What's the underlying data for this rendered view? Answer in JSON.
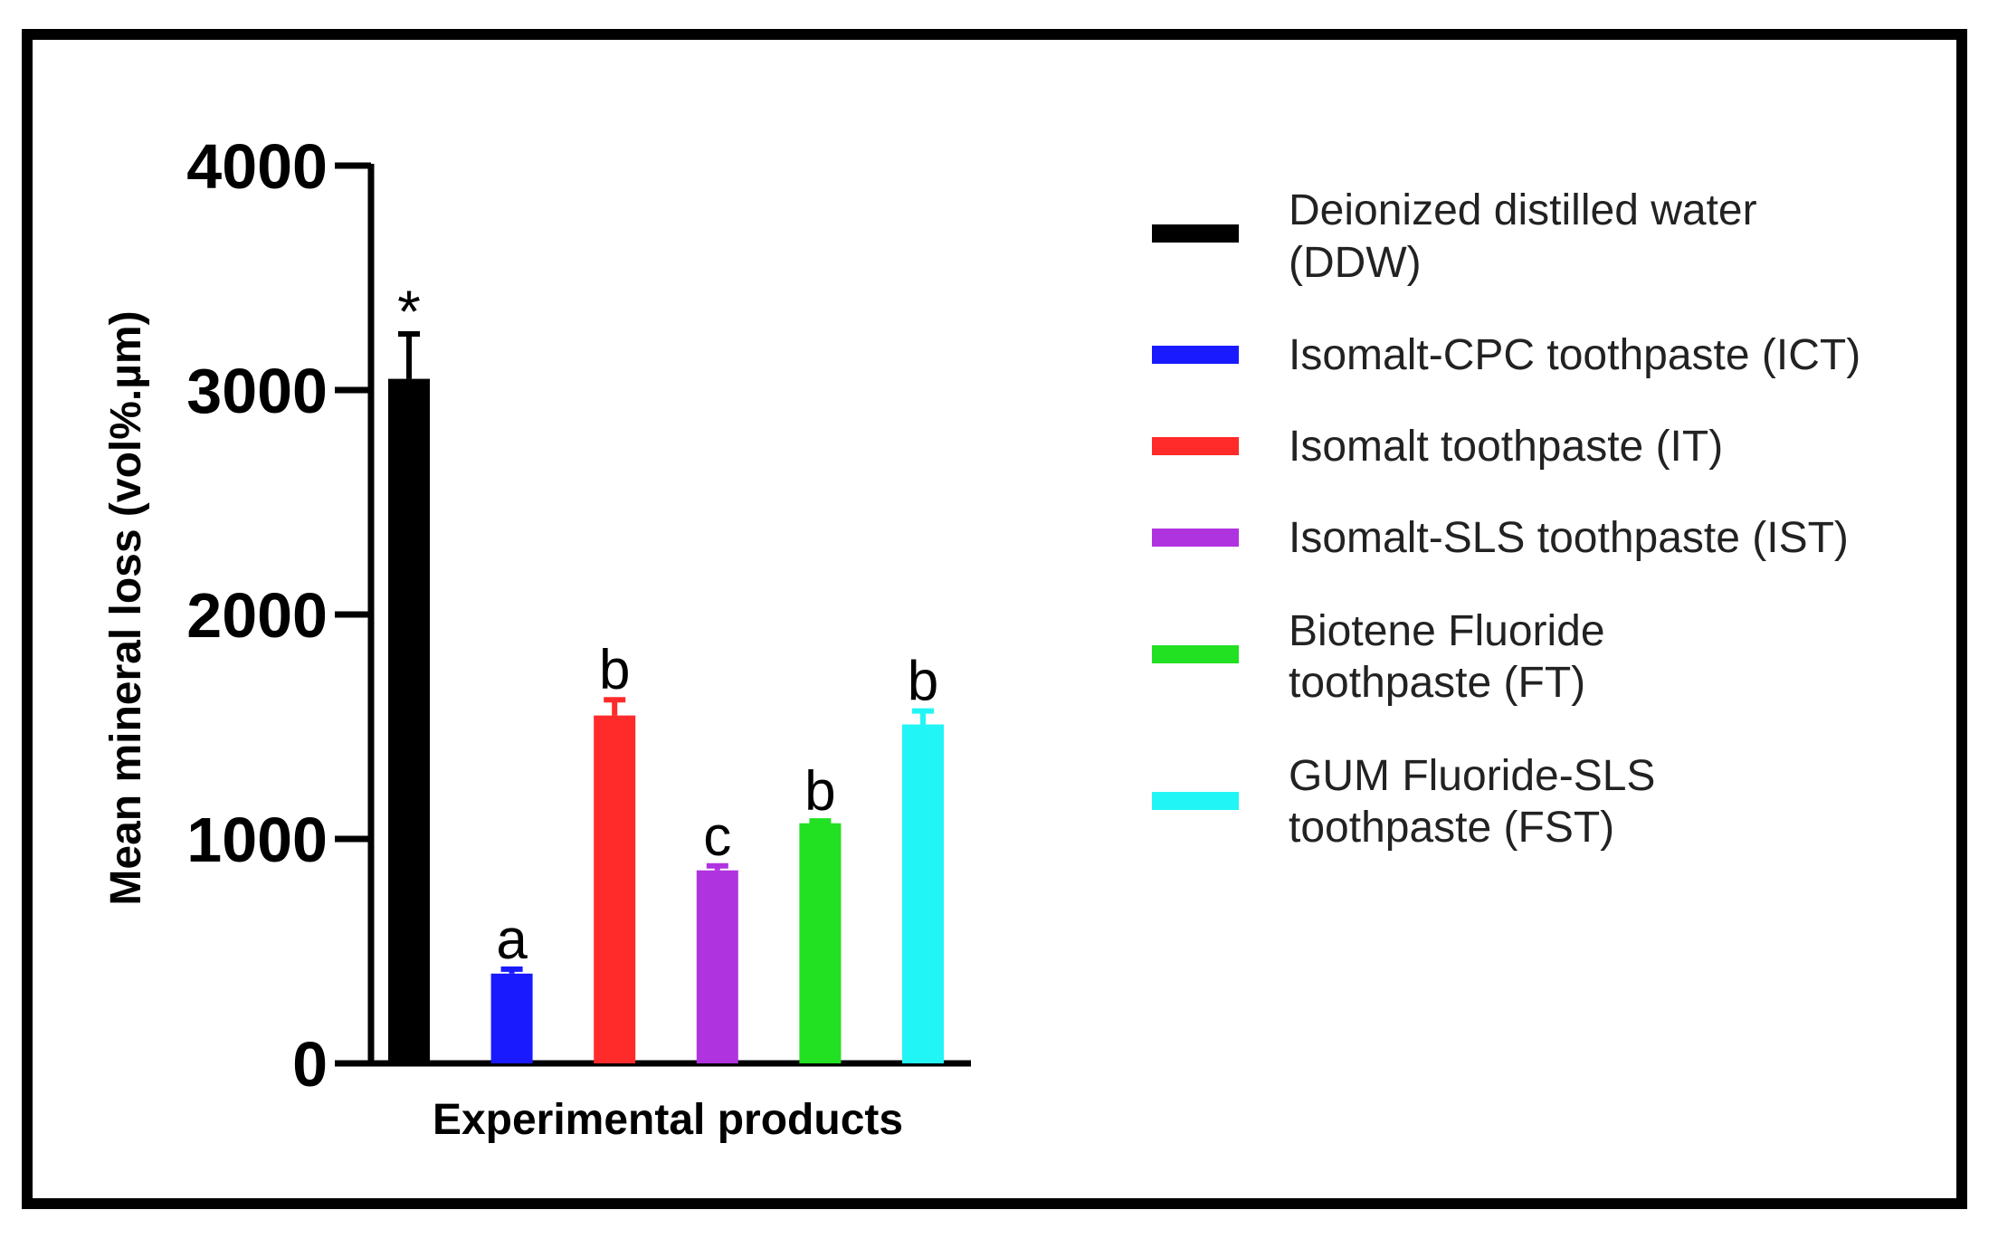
{
  "chart_data": {
    "type": "bar",
    "title": "",
    "xlabel": "Experimental products",
    "ylabel": "Mean mineral loss (vol%.µm)",
    "ylim": [
      0,
      4000
    ],
    "yticks": [
      "0",
      "1000",
      "2000",
      "3000",
      "4000"
    ],
    "grid": false,
    "legend_position": "right",
    "categories": [
      "DDW",
      "ICT",
      "IT",
      "IST",
      "FT",
      "FST"
    ],
    "series": [
      {
        "values": [
          3050,
          400,
          1550,
          860,
          1070,
          1510
        ],
        "errors": [
          200,
          20,
          70,
          20,
          10,
          60
        ],
        "significance": [
          "*",
          "a",
          "b",
          "c",
          "b",
          "b"
        ],
        "colors": [
          "#000000",
          "#1a1aff",
          "#ff2a2a",
          "#b033e0",
          "#22e022",
          "#22f5f5"
        ]
      }
    ],
    "legend": [
      {
        "lines": [
          "Deionized distilled water",
          "(DDW)"
        ],
        "color": "#000000"
      },
      {
        "lines": [
          "Isomalt-CPC toothpaste (ICT)"
        ],
        "color": "#1a1aff"
      },
      {
        "lines": [
          "Isomalt toothpaste (IT)"
        ],
        "color": "#ff2a2a"
      },
      {
        "lines": [
          "Isomalt-SLS toothpaste (IST)"
        ],
        "color": "#b033e0"
      },
      {
        "lines": [
          "Biotene Fluoride",
          "toothpaste (FT)"
        ],
        "color": "#22e022"
      },
      {
        "lines": [
          "GUM Fluoride-SLS",
          "toothpaste (FST)"
        ],
        "color": "#22f5f5"
      }
    ]
  }
}
